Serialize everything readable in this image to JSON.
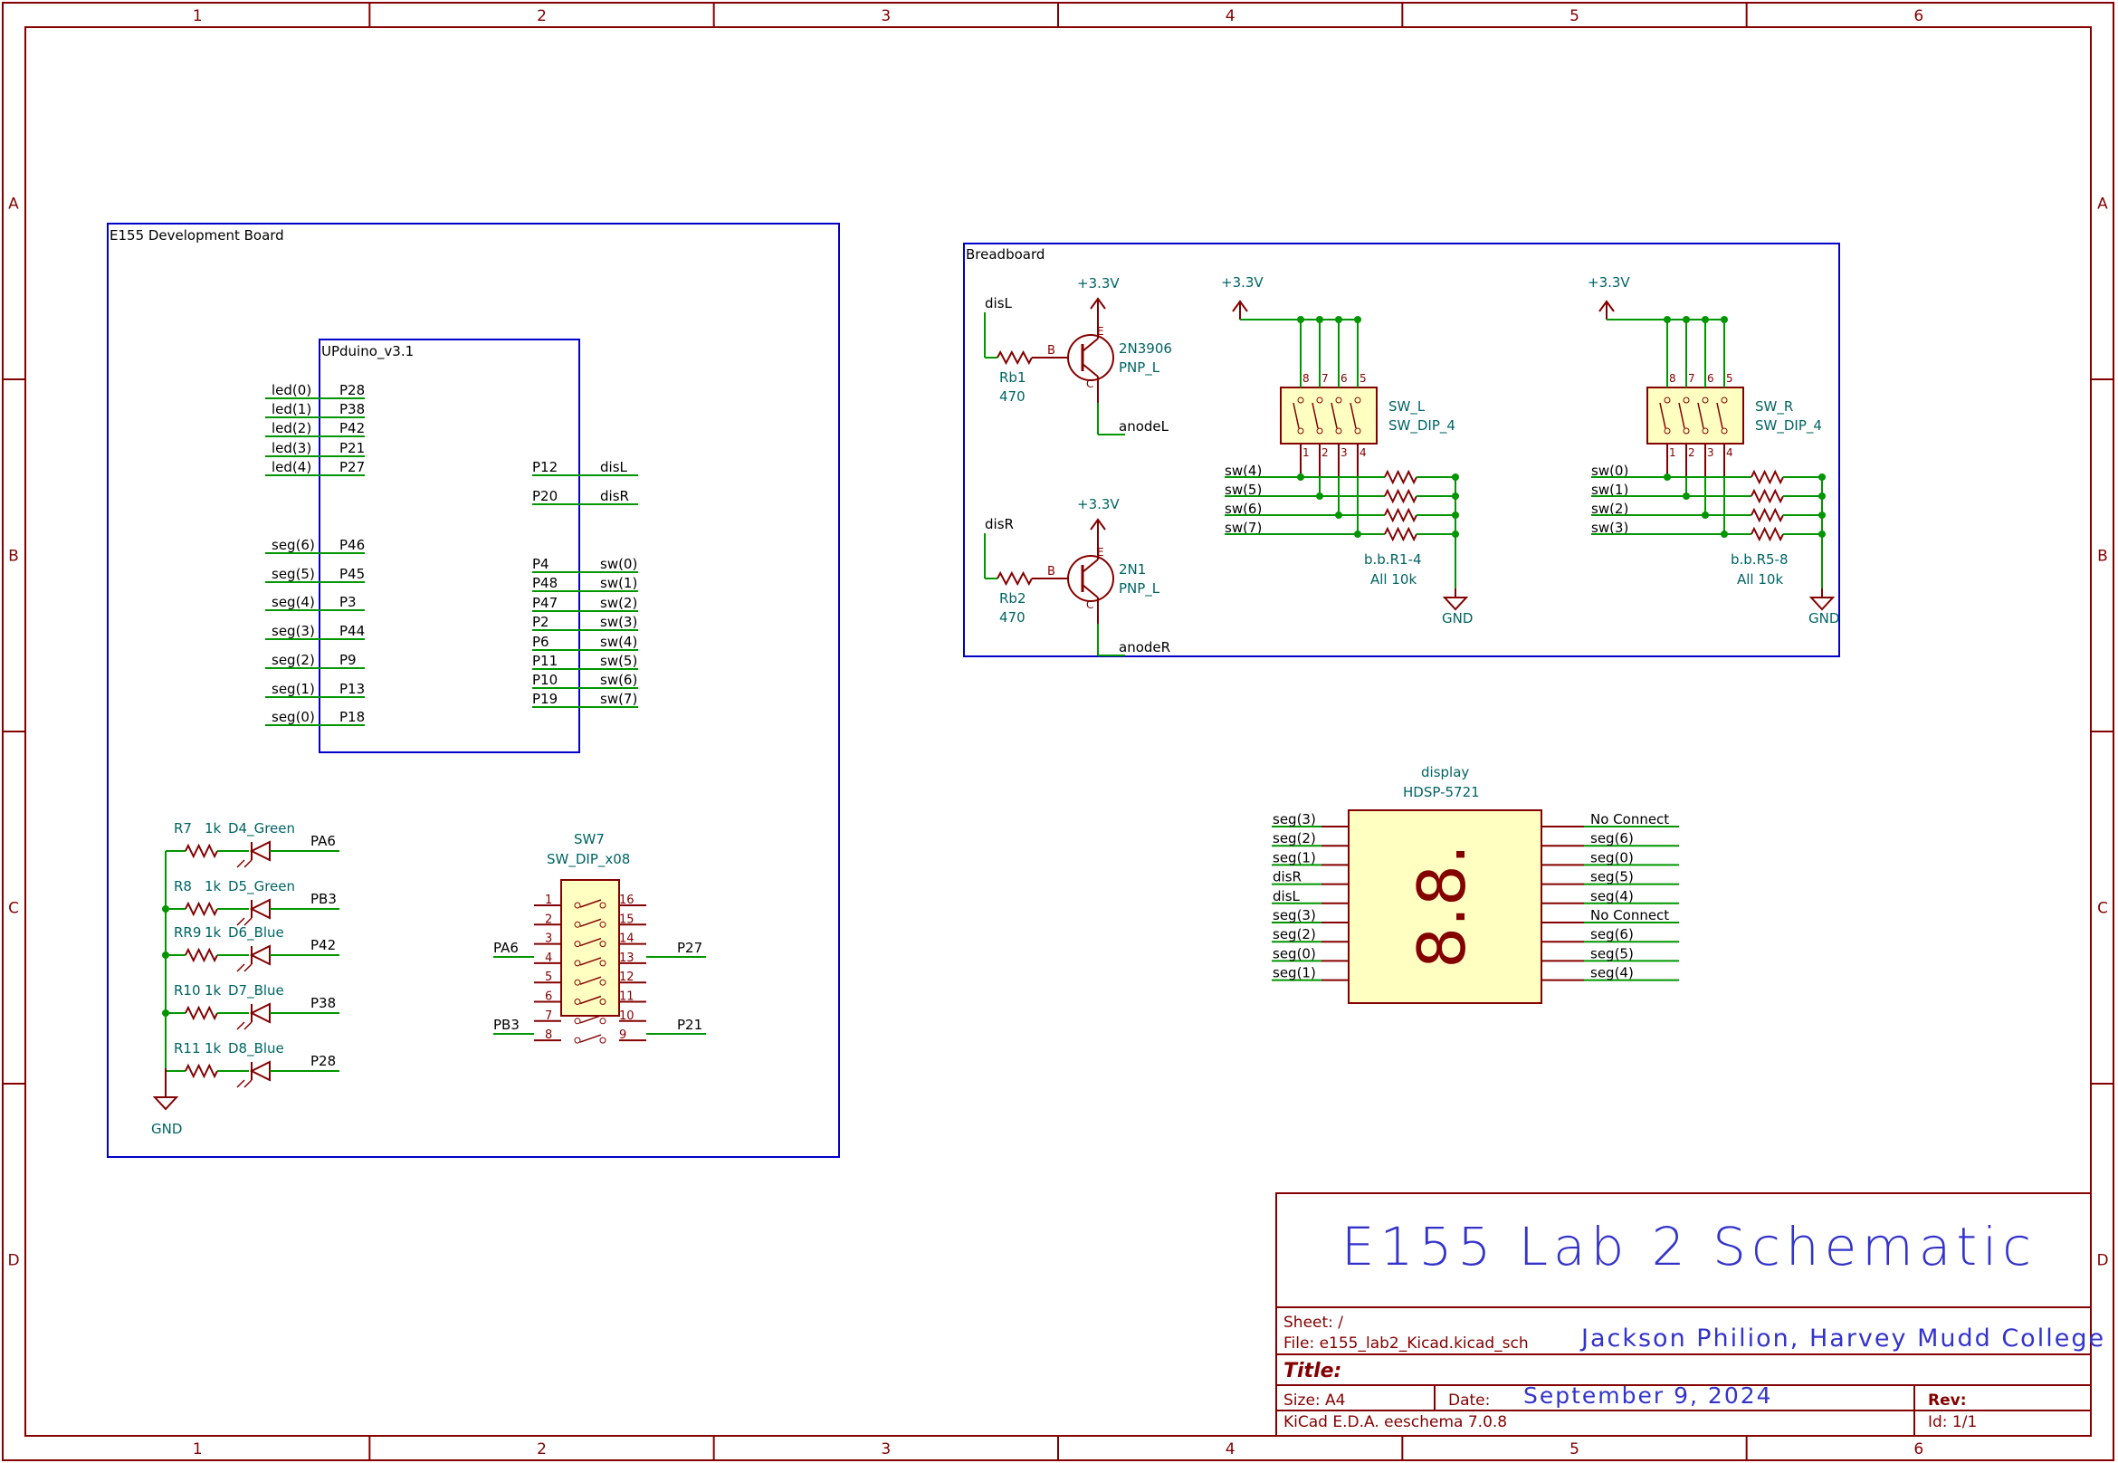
{
  "frame": {
    "col_labels": [
      "1",
      "2",
      "3",
      "4",
      "5",
      "6"
    ],
    "row_labels": [
      "A",
      "B",
      "C",
      "D"
    ]
  },
  "colors": {
    "border": "#840000",
    "wire": "#009600",
    "sheet_box": "#0000c8",
    "pin": "#840000",
    "value_text": "#006464",
    "label_text": "#000000",
    "power": "#840000",
    "body_fill": "#ffffc2",
    "title_text": "#3333cc"
  },
  "dev_board": {
    "title": "E155 Development Board",
    "upduino": {
      "title": "UPduino_v3.1",
      "left_pins": [
        {
          "net": "led(0)",
          "pin": "P28"
        },
        {
          "net": "led(1)",
          "pin": "P38"
        },
        {
          "net": "led(2)",
          "pin": "P42"
        },
        {
          "net": "led(3)",
          "pin": "P21"
        },
        {
          "net": "led(4)",
          "pin": "P27"
        },
        {
          "net": "seg(6)",
          "pin": "P46"
        },
        {
          "net": "seg(5)",
          "pin": "P45"
        },
        {
          "net": "seg(4)",
          "pin": "P3"
        },
        {
          "net": "seg(3)",
          "pin": "P44"
        },
        {
          "net": "seg(2)",
          "pin": "P9"
        },
        {
          "net": "seg(1)",
          "pin": "P13"
        },
        {
          "net": "seg(0)",
          "pin": "P18"
        }
      ],
      "right_pins": [
        {
          "pin": "P12",
          "net": "disL"
        },
        {
          "pin": "P20",
          "net": "disR"
        },
        {
          "pin": "P4",
          "net": "sw(0)"
        },
        {
          "pin": "P48",
          "net": "sw(1)"
        },
        {
          "pin": "P47",
          "net": "sw(2)"
        },
        {
          "pin": "P2",
          "net": "sw(3)"
        },
        {
          "pin": "P6",
          "net": "sw(4)"
        },
        {
          "pin": "P11",
          "net": "sw(5)"
        },
        {
          "pin": "P10",
          "net": "sw(6)"
        },
        {
          "pin": "P19",
          "net": "sw(7)"
        }
      ]
    },
    "leds": [
      {
        "res": "R7",
        "rval": "1k",
        "diode": "D4_Green",
        "net": "PA6"
      },
      {
        "res": "R8",
        "rval": "1k",
        "diode": "D5_Green",
        "net": "PB3"
      },
      {
        "res": "RR9",
        "rval": "1k",
        "diode": "D6_Blue",
        "net": "P42"
      },
      {
        "res": "R10",
        "rval": "1k",
        "diode": "D7_Blue",
        "net": "P38"
      },
      {
        "res": "R11",
        "rval": "1k",
        "diode": "D8_Blue",
        "net": "P28"
      }
    ],
    "gnd": "GND",
    "sw7": {
      "ref": "SW7",
      "value": "SW_DIP_x08",
      "left_pins": [
        "1",
        "2",
        "3",
        "4",
        "5",
        "6",
        "7",
        "8"
      ],
      "right_pins": [
        "16",
        "15",
        "14",
        "13",
        "12",
        "11",
        "10",
        "9"
      ],
      "net_left_top": "PA6",
      "net_left_bottom": "PB3",
      "net_right_top": "P27",
      "net_right_bottom": "P21"
    }
  },
  "breadboard": {
    "title": "Breadboard",
    "power": "+3.3V",
    "gnd": "GND",
    "transistors": [
      {
        "ctrl_net": "disL",
        "res_ref": "Rb1",
        "res_val": "470",
        "q_name": "2N3906",
        "q_type": "PNP_L",
        "b": "B",
        "c": "C",
        "e": "E",
        "out_net": "anodeL"
      },
      {
        "ctrl_net": "disR",
        "res_ref": "Rb2",
        "res_val": "470",
        "q_name": "2N1",
        "q_type": "PNP_L",
        "b": "B",
        "c": "C",
        "e": "E",
        "out_net": "anodeR"
      }
    ],
    "switch_groups": [
      {
        "ref": "SW_L",
        "value": "SW_DIP_4",
        "top_pins": [
          "8",
          "7",
          "6",
          "5"
        ],
        "bottom_pins": [
          "1",
          "2",
          "3",
          "4"
        ],
        "nets": [
          "sw(4)",
          "sw(5)",
          "sw(6)",
          "sw(7)"
        ],
        "res_ref": "b.b.R1-4",
        "res_val": "All 10k"
      },
      {
        "ref": "SW_R",
        "value": "SW_DIP_4",
        "top_pins": [
          "8",
          "7",
          "6",
          "5"
        ],
        "bottom_pins": [
          "1",
          "2",
          "3",
          "4"
        ],
        "nets": [
          "sw(0)",
          "sw(1)",
          "sw(2)",
          "sw(3)"
        ],
        "res_ref": "b.b.R5-8",
        "res_val": "All 10k"
      }
    ]
  },
  "display": {
    "ref": "display",
    "value": "HDSP-5721",
    "digits": "8.8.",
    "left_nets": [
      "seg(3)",
      "seg(2)",
      "seg(1)",
      "disR",
      "disL",
      "seg(3)",
      "seg(2)",
      "seg(0)",
      "seg(1)"
    ],
    "right_nets": [
      "No Connect",
      "seg(6)",
      "seg(0)",
      "seg(5)",
      "seg(4)",
      "No Connect",
      "seg(6)",
      "seg(5)",
      "seg(4)"
    ]
  },
  "title_block": {
    "main_title": "E155 Lab 2 Schematic",
    "sheet": "Sheet: /",
    "file": "File: e155_lab2_Kicad.kicad_sch",
    "author": "Jackson Philion, Harvey Mudd College",
    "title_label": "Title:",
    "size": "Size: A4",
    "date_label": "Date:",
    "date": "September 9, 2024",
    "rev_label": "Rev:",
    "tool": "KiCad E.D.A.  eeschema 7.0.8",
    "id": "Id: 1/1"
  }
}
